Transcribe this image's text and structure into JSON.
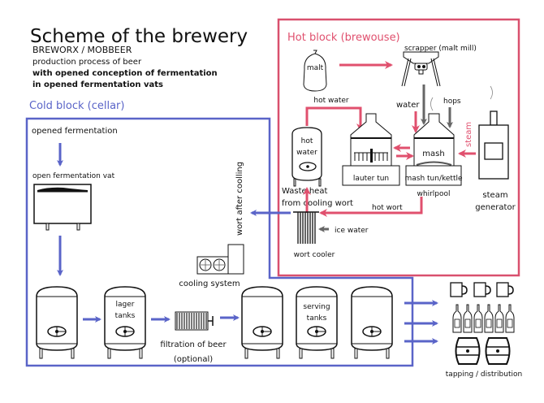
{
  "header": {
    "title": "Scheme of the brewery",
    "subtitle": "BREWORX / MOBBEER",
    "line1": "production process of beer",
    "line2": "with opened conception of fermentation",
    "line3": "in opened fermentation vats"
  },
  "colors": {
    "cold": "#5a64c8",
    "hot": "#e0506e",
    "gray": "#666666"
  },
  "cold_block": {
    "title": "Cold block (cellar)",
    "opened_fermentation": "opened fermentation",
    "open_vat": "open fermentation vat",
    "wort_after_cooling": "wort after coolling",
    "cooling_system": "cooling system",
    "lager_tanks": [
      "lager",
      "tanks"
    ],
    "filtration": [
      "filtration of beer",
      "(optional)"
    ],
    "serving_tanks": [
      "serving",
      "tanks"
    ]
  },
  "hot_block": {
    "title": "Hot block (brewouse)",
    "malt": "malt",
    "scrapper": "scrapper (malt mill)",
    "hot_water_flow": "hot water",
    "water": "water",
    "hops": "hops",
    "steam": "steam",
    "hot_water_tank": [
      "hot",
      "water"
    ],
    "lauter_tun": "lauter tun",
    "mash": "mash",
    "mash_tun": "mash tun/kettle",
    "whirlpool": "whirlpool",
    "steam_generator": [
      "steam",
      "generator"
    ],
    "waste_heat": [
      "Waste heat",
      "from cooling wort"
    ],
    "hot_wort": "hot wort",
    "ice_water": "ice water",
    "wort_cooler": "wort cooler"
  },
  "distribution": {
    "label": "tapping / distribution"
  }
}
